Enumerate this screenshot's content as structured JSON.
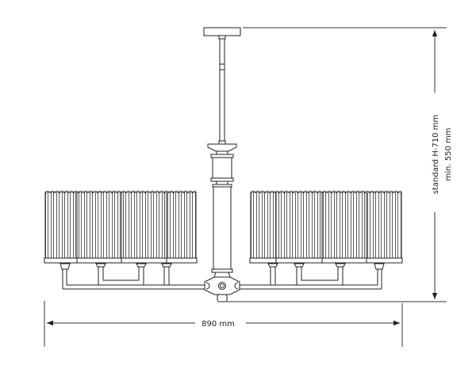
{
  "diagram": {
    "type": "technical-drawing",
    "subject": "chandelier",
    "dimensions": {
      "width_label": "890 mm",
      "height_label_line1": "standard H-710 mm",
      "height_label_line2": "min. 550 mm"
    },
    "colors": {
      "stroke": "#222222",
      "background": "#ffffff",
      "dim_line": "#333333"
    }
  }
}
